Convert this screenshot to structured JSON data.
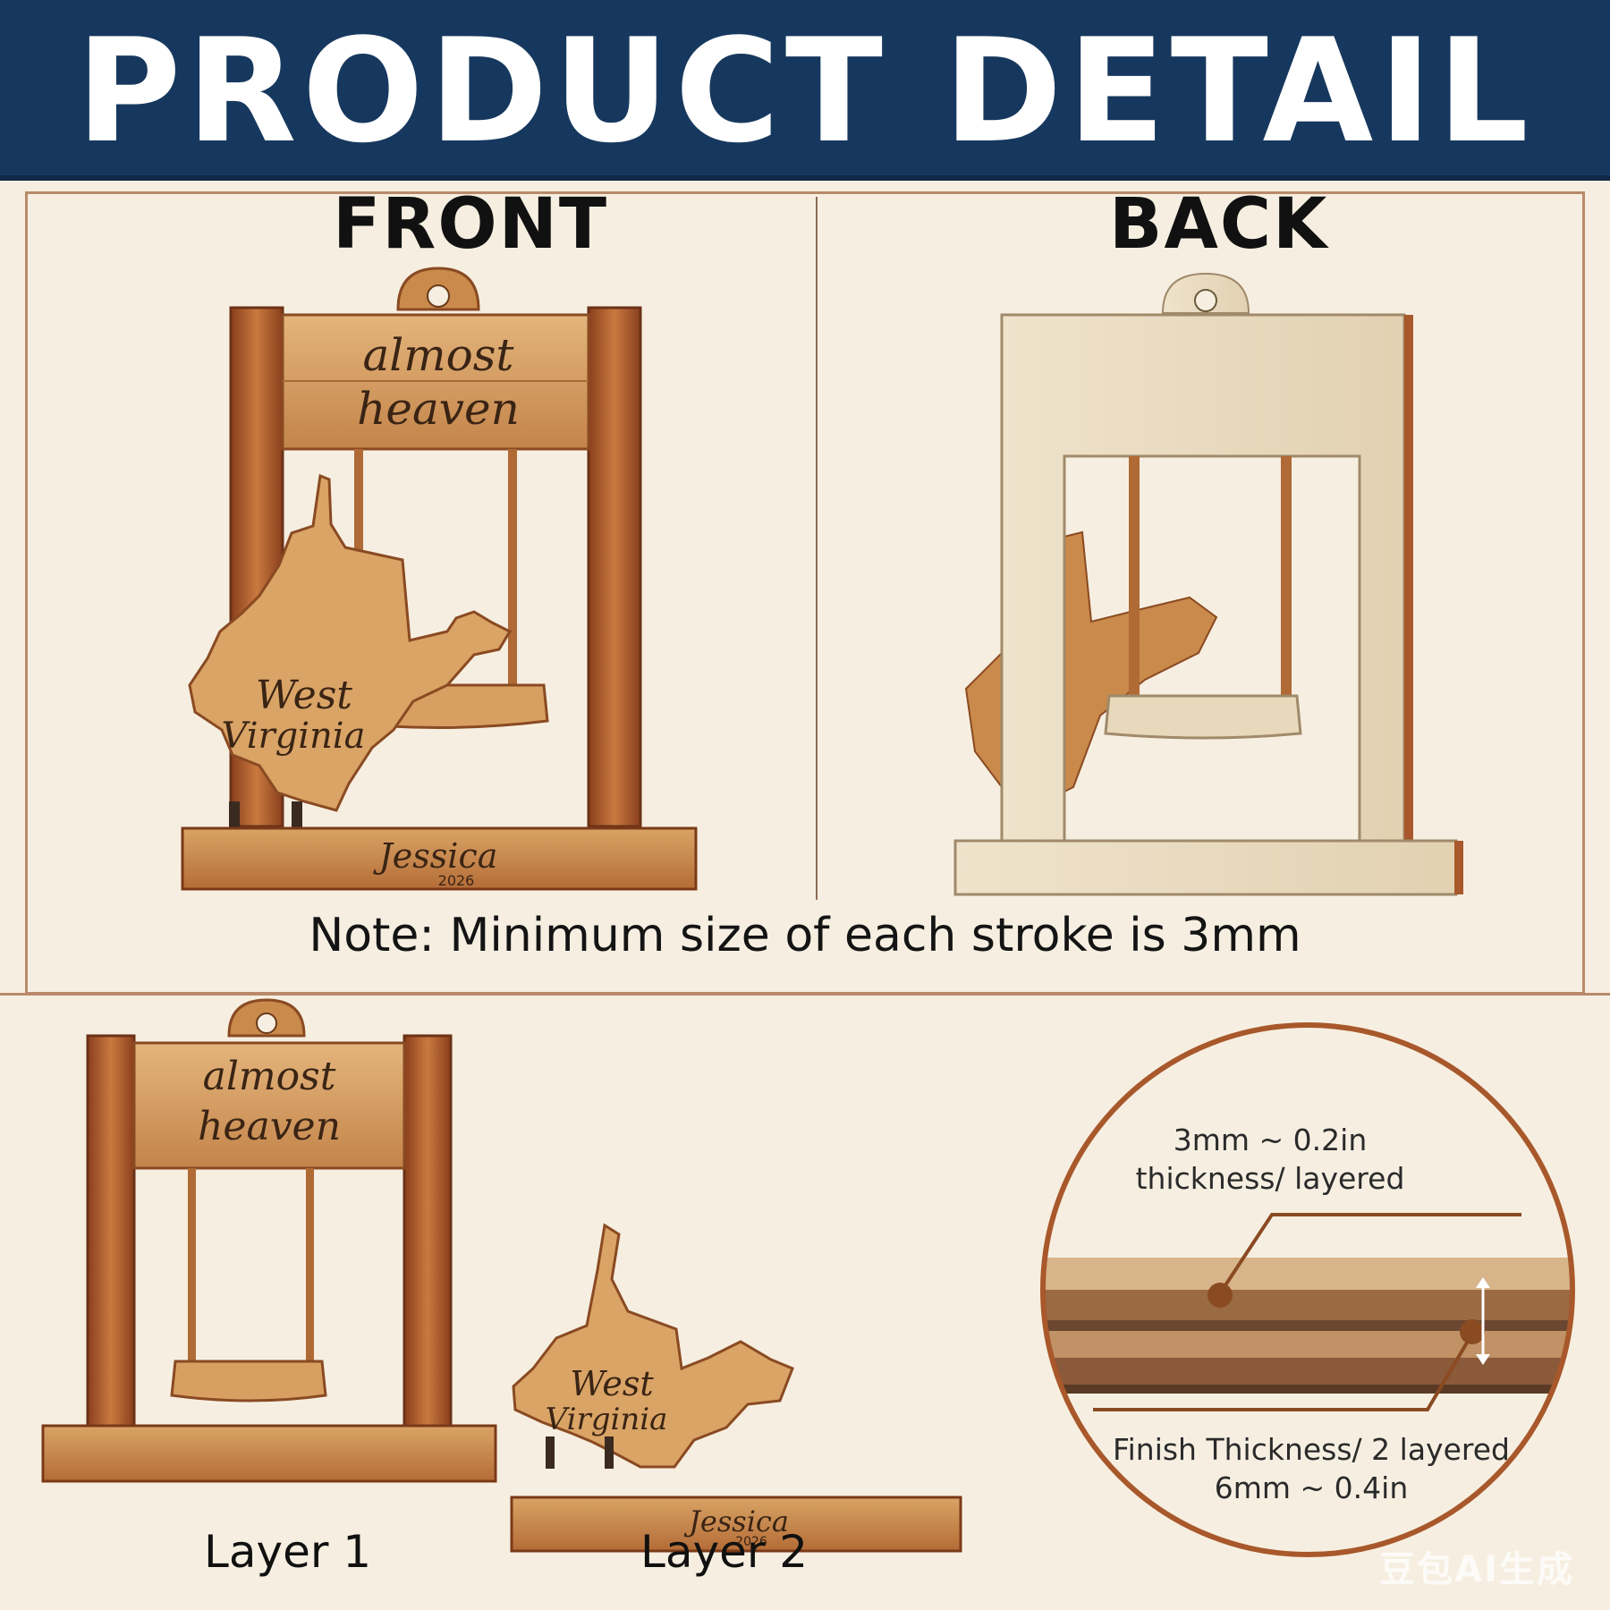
{
  "header": {
    "title": "PRODUCT DETAIL"
  },
  "labels": {
    "front": "FRONT",
    "back": "BACK"
  },
  "note": "Note: Minimum size of each stroke is 3mm",
  "engraving": {
    "line1": "almost",
    "line2": "heaven",
    "state_line1": "West",
    "state_line2": "Virginia",
    "name": "Jessica",
    "year": "2026"
  },
  "layers": {
    "layer1": "Layer 1",
    "layer2": "Layer 2"
  },
  "thickness": {
    "layer_line1": "3mm ~ 0.2in",
    "layer_line2": "thickness/ layered",
    "finish_line1": "Finish Thickness/ 2 layered",
    "finish_line2": "6mm ~ 0.4in"
  },
  "watermark": "豆包AI生成",
  "colors": {
    "header": "#17385e",
    "wood_dark": "#a8582b",
    "wood_mid": "#c98a4b",
    "wood_light": "#e0b57d",
    "back_wood": "#eadcc3",
    "frame_line": "#b98a6a"
  }
}
